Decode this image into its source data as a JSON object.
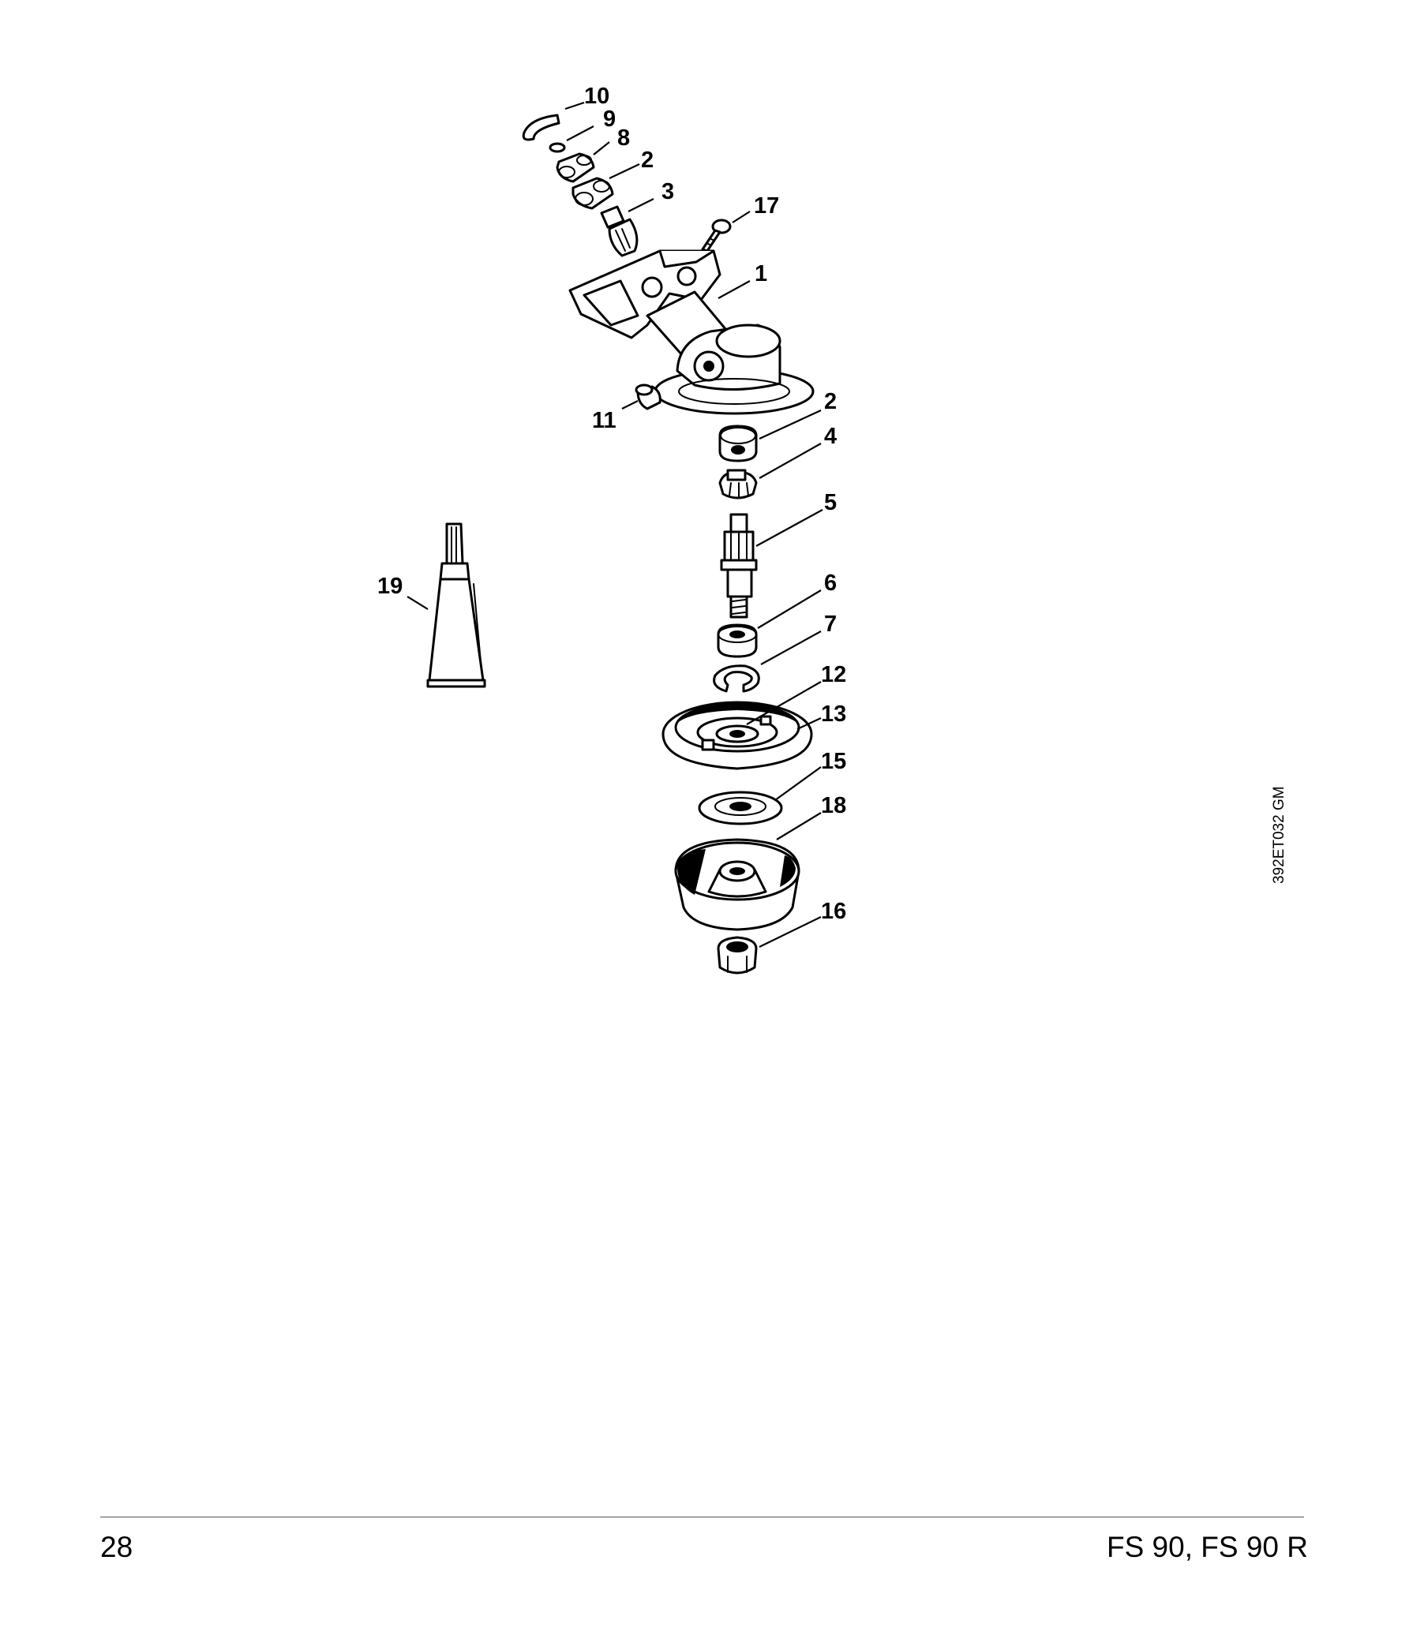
{
  "diagram": {
    "callouts": [
      {
        "id": "c10",
        "text": "10"
      },
      {
        "id": "c9",
        "text": "9"
      },
      {
        "id": "c8",
        "text": "8"
      },
      {
        "id": "c2a",
        "text": "2"
      },
      {
        "id": "c3",
        "text": "3"
      },
      {
        "id": "c17",
        "text": "17"
      },
      {
        "id": "c1",
        "text": "1"
      },
      {
        "id": "c2b",
        "text": "2"
      },
      {
        "id": "c11",
        "text": "11"
      },
      {
        "id": "c4",
        "text": "4"
      },
      {
        "id": "c5",
        "text": "5"
      },
      {
        "id": "c19",
        "text": "19"
      },
      {
        "id": "c6",
        "text": "6"
      },
      {
        "id": "c7",
        "text": "7"
      },
      {
        "id": "c12",
        "text": "12"
      },
      {
        "id": "c13",
        "text": "13"
      },
      {
        "id": "c15",
        "text": "15"
      },
      {
        "id": "c18",
        "text": "18"
      },
      {
        "id": "c16",
        "text": "16"
      }
    ],
    "figure_code": "392ET032 GM"
  },
  "footer": {
    "page_number": "28",
    "model": "FS 90, FS 90 R"
  }
}
